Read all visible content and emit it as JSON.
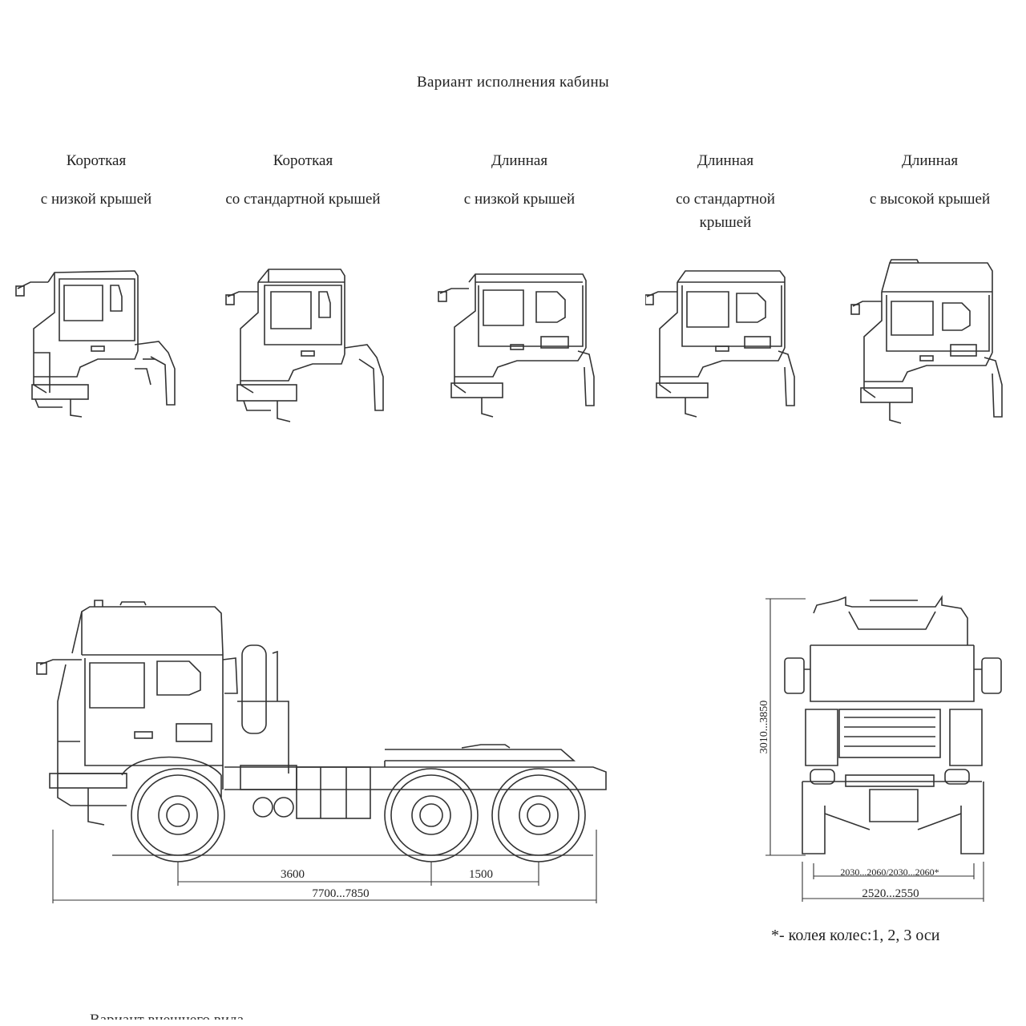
{
  "page_title": "Вариант исполнения кабины",
  "variants": [
    {
      "type": "Короткая",
      "roof": "с низкой крышей"
    },
    {
      "type": "Короткая",
      "roof": "со стандартной крышей"
    },
    {
      "type": "Длинная",
      "roof": "с низкой крышей"
    },
    {
      "type": "Длинная",
      "roof": "со стандартной крышей"
    },
    {
      "type": "Длинная",
      "roof": "с высокой крышей"
    }
  ],
  "side_view": {
    "dim_wheelbase_front": "3600",
    "dim_wheelbase_rear": "1500",
    "dim_overall_length": "7700...7850"
  },
  "front_view": {
    "dim_height": "3010...3850",
    "dim_track": "2030...2060/2030...2060*",
    "dim_width": "2520...2550"
  },
  "footnote": "*- колея колес:1, 2, 3 оси",
  "bottom_cut_text": "Вариант внешнего вида"
}
